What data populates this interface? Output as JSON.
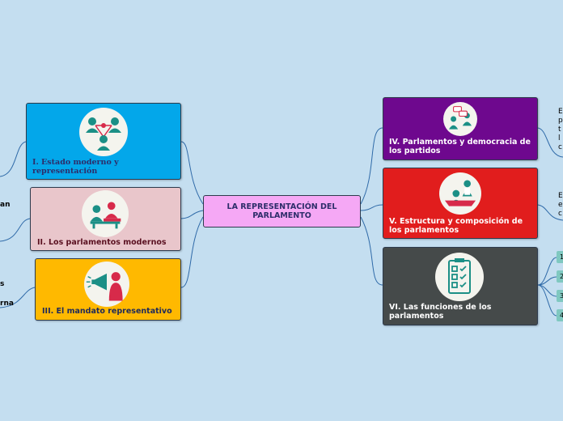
{
  "central": {
    "title": "LA REPRESENTACIÓN DEL PARLAMENTO"
  },
  "nodes": {
    "estado": {
      "label": "I. Estado moderno y representación",
      "color": "#03a7ea",
      "icon": "network-people-icon"
    },
    "parlamentos_modernos": {
      "label": "II.    Los parlamentos modernos",
      "color": "#e9c6cb",
      "icon": "voting-people-icon"
    },
    "mandato": {
      "label": "III. El mandato representativo",
      "color": "#ffb900",
      "icon": "megaphone-person-icon"
    },
    "democracia": {
      "label": "IV. Parlamentos  y democracia de los partidos",
      "color": "#6e088e",
      "icon": "chat-people-icon"
    },
    "estructura": {
      "label": "V. Estructura y composición de los parlamentos",
      "color": "#e11d1d",
      "icon": "meeting-table-icon"
    },
    "funciones": {
      "label": "VI. Las funciones de los parlamentos",
      "color": "#454a4a",
      "icon": "checklist-icon"
    }
  },
  "fragments": {
    "left_1": "an",
    "left_2": "s",
    "left_3": "rna",
    "right_iv": [
      "E",
      "p",
      "t",
      "l",
      "c"
    ],
    "right_v": [
      "E",
      "e",
      "c"
    ]
  },
  "tags": [
    "1",
    "2",
    "3",
    "4"
  ]
}
